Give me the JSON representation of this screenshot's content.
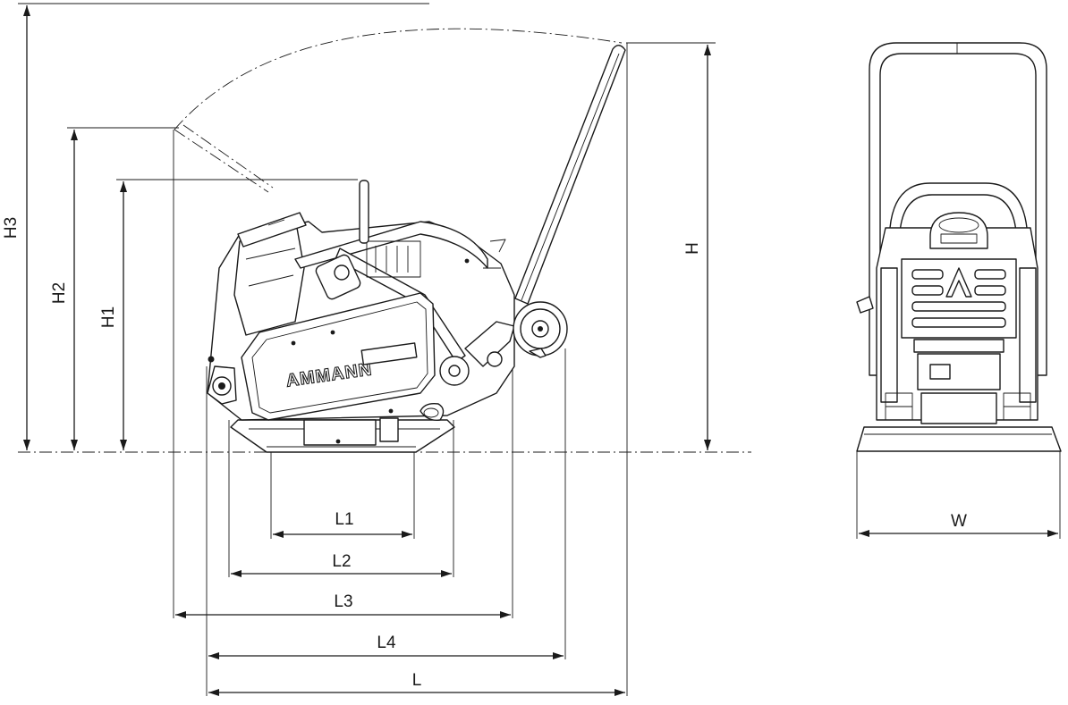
{
  "labels": {
    "H": "H",
    "H1": "H1",
    "H2": "H2",
    "H3": "H3",
    "L": "L",
    "L1": "L1",
    "L2": "L2",
    "L3": "L3",
    "L4": "L4",
    "W": "W"
  },
  "brand": {
    "name": "AMMANN"
  }
}
